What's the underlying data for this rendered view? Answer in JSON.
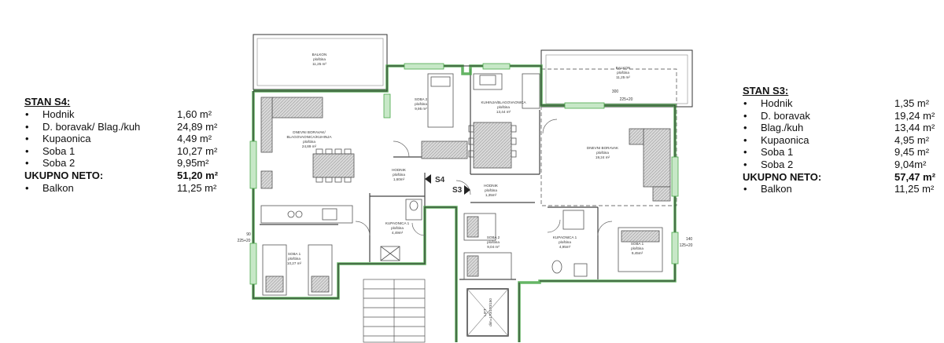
{
  "apartment_s4": {
    "title": "STAN S4:",
    "rooms": [
      {
        "name": "Hodnik",
        "area": "1,60 m²"
      },
      {
        "name": "D. boravak/ Blag./kuh",
        "area": "24,89 m²"
      },
      {
        "name": "Kupaonica",
        "area": "4,49 m²"
      },
      {
        "name": "Soba 1",
        "area": "10,27 m²"
      },
      {
        "name": "Soba 2",
        "area": "9,95m²"
      }
    ],
    "total_label": "UKUPNO NETO:",
    "total_area": "51,20 m²",
    "extras": [
      {
        "name": "Balkon",
        "area": "11,25 m²"
      }
    ]
  },
  "apartment_s3": {
    "title": "STAN S3:",
    "rooms": [
      {
        "name": "Hodnik",
        "area": "1,35 m²"
      },
      {
        "name": "D. boravak",
        "area": "19,24 m²"
      },
      {
        "name": "Blag./kuh",
        "area": "13,44 m²"
      },
      {
        "name": "Kupaonica",
        "area": "4,95 m²"
      },
      {
        "name": "Soba 1",
        "area": "9,45 m²"
      },
      {
        "name": "Soba 2",
        "area": "9,04m²"
      }
    ],
    "total_label": "UKUPNO NETO:",
    "total_area": "57,47 m²",
    "extras": [
      {
        "name": "Balkon",
        "area": "11,25 m²"
      }
    ]
  },
  "bullet_glyph": "•",
  "plan": {
    "entrance_s4": "S4",
    "entrance_s3": "S3",
    "area_caption": "ploština",
    "rooms": {
      "balkon_left": {
        "name": "BALKON",
        "area": "11,25 m²"
      },
      "balkon_right": {
        "name": "BALKON",
        "area": "11,25 m²"
      },
      "dnevni_left": {
        "name": "DNEVNI BORAVAK/",
        "name2": "BLAGOVAONICA/KUHINJA",
        "area": "24,89 m²"
      },
      "soba2_left": {
        "name": "SOBA 2",
        "area": "9,95 m²"
      },
      "hodnik_left": {
        "name": "HODNIK",
        "area": "1,60m²"
      },
      "kupaonica_left": {
        "name": "KUPAONICA 1",
        "area": "4,49m²"
      },
      "soba1_left": {
        "name": "SOBA 1",
        "area": "10,27 m²"
      },
      "kuhinja_right": {
        "name": "KUHINJA/BLAGOVAONICA",
        "area": "13,44 m²"
      },
      "hodnik_right": {
        "name": "HODNIK",
        "area": "1,35m²"
      },
      "soba2_right": {
        "name": "SOBA 2",
        "area": "9,04 m²"
      },
      "dnevni_right": {
        "name": "DNEVNI BORAVAK",
        "area": "19,24 m²"
      },
      "kupaonica_right": {
        "name": "KUPAONICA 1",
        "area": "4,95m²"
      },
      "soba1_right": {
        "name": "SOBA 1",
        "area": "9,45m²"
      },
      "lift": {
        "name": "LIFT",
        "area": "dim=170/170/150"
      }
    },
    "dims": {
      "d90": "90",
      "d225_20": "225+20",
      "d140": "140",
      "d125_20": "125+20",
      "d300": "300",
      "d225_20b": "225+20"
    }
  }
}
